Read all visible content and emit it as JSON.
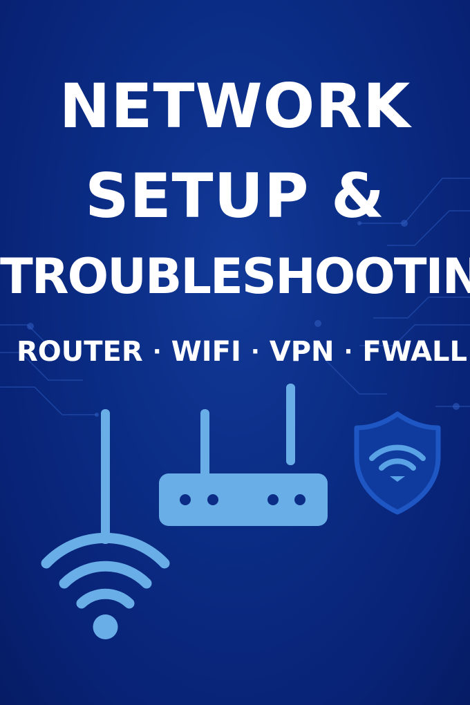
{
  "title": {
    "line1": "NETWORK",
    "line2": "SETUP &",
    "line3": "TROUBLESHOOTING"
  },
  "tags": [
    "ROUTER",
    "WIFI",
    "VPN",
    "FWALL"
  ],
  "separator": "·",
  "icons": {
    "wifi": "wifi-antenna-icon",
    "router": "router-icon",
    "shield": "shield-wifi-icon"
  },
  "colors": {
    "background": "#0b2d85",
    "title_text": "#ffffff",
    "icon_fill": "#6aaee8",
    "shield_fill": "#1a4fb5",
    "circuit_line": "#2b56b8"
  }
}
